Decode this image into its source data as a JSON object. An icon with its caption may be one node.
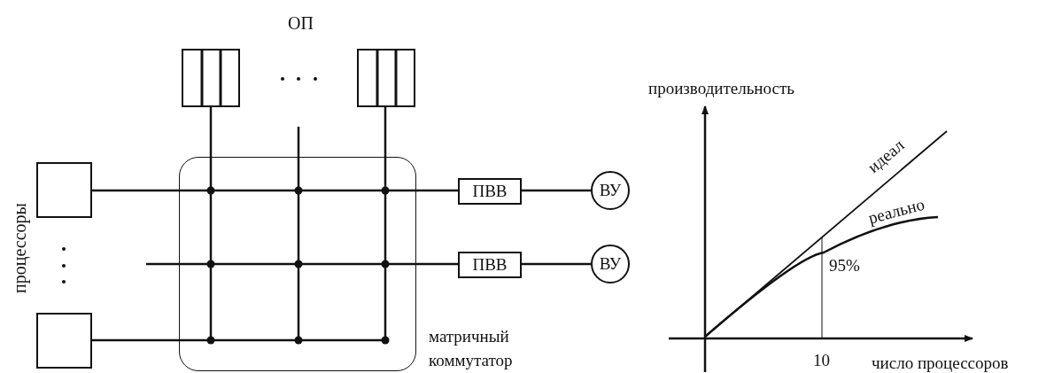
{
  "diagram": {
    "nodes": [
      {
        "text": [],
        "shape": "box"
      },
      {
        "text": [],
        "shape": "box"
      },
      {
        "text": [],
        "shape": "box"
      },
      {
        "text": [],
        "shape": "box"
      },
      {
        "text": [],
        "shape": "box",
        "beside": [
          "матричный коммутатор"
        ]
      },
      {
        "text": [
          "ПВВ"
        ]
      },
      {
        "text": [
          "ВУ"
        ]
      },
      {
        "text": [
          "ПВВ"
        ]
      },
      {
        "text": [
          "ВУ"
        ]
      }
    ],
    "edges": [
      {
        "from": 0,
        "to": 4,
        "arrow": "none"
      },
      {
        "from": null,
        "to": 4,
        "arrow": "none"
      },
      {
        "from": 1,
        "to": 4,
        "arrow": "none"
      },
      {
        "from": 2,
        "to": 4,
        "arrow": "none"
      },
      {
        "from": null,
        "to": 4,
        "arrow": "none"
      },
      {
        "from": 3,
        "to": 4,
        "arrow": "none"
      },
      {
        "from": 4,
        "to": 5,
        "arrow": "none"
      },
      {
        "from": 4,
        "to": 7,
        "arrow": "none"
      },
      {
        "from": 5,
        "to": 6,
        "arrow": "none"
      },
      {
        "from": 7,
        "to": 8,
        "arrow": "none"
      }
    ],
    "labels": [
      "ОП",
      "процессоры",
      "производительность",
      "идеал",
      "реально",
      "95%",
      "10",
      "число процессоров"
    ]
  }
}
